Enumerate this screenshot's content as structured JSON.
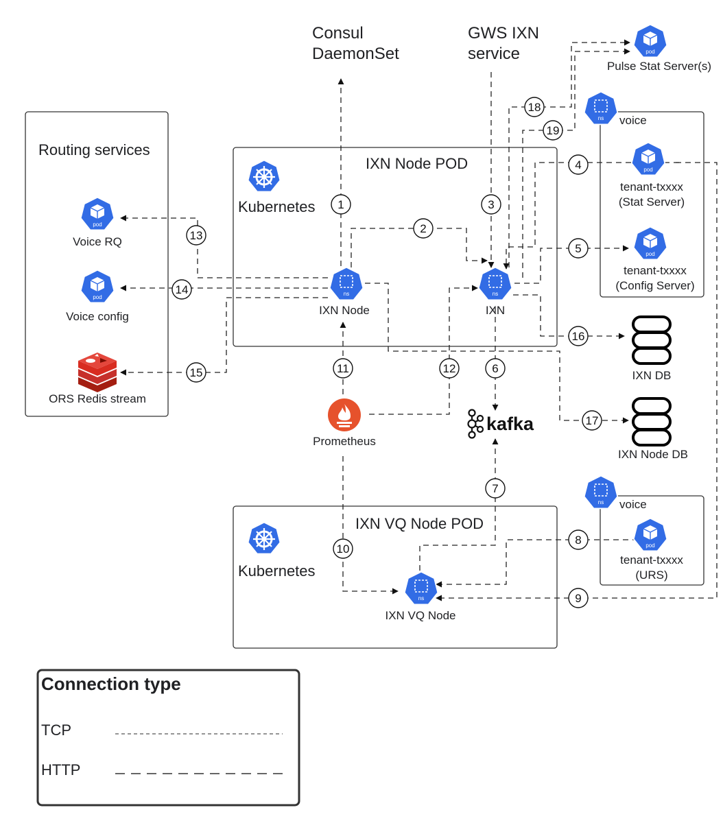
{
  "external": {
    "consul": [
      "Consul",
      "DaemonSet"
    ],
    "gws": [
      "GWS IXN",
      "service"
    ],
    "pulse": "Pulse Stat Server(s)"
  },
  "routing": {
    "title": "Routing services",
    "voice_rq": "Voice RQ",
    "voice_config": "Voice config",
    "redis": "ORS Redis stream"
  },
  "ixn_pod": {
    "title": "IXN Node POD",
    "kubernetes": "Kubernetes",
    "ixn_node": "IXN Node",
    "ixn": "IXN"
  },
  "vq_pod": {
    "title": "IXN VQ Node POD",
    "kubernetes": "Kubernetes",
    "vq_node": "IXN VQ Node"
  },
  "voice_ns_top": {
    "label": "voice",
    "stat_server": [
      "tenant-txxxx",
      "(Stat Server)"
    ],
    "config_server": [
      "tenant-txxxx",
      "(Config Server)"
    ]
  },
  "voice_ns_bottom": {
    "label": "voice",
    "urs": [
      "tenant-txxxx",
      "(URS)"
    ]
  },
  "prometheus": "Prometheus",
  "kafka": "kafka",
  "dbs": {
    "ixn_db": "IXN DB",
    "ixn_node_db": "IXN Node DB"
  },
  "icon_text": {
    "pod": "pod",
    "ns": "ns"
  },
  "steps": [
    "1",
    "2",
    "3",
    "4",
    "5",
    "6",
    "7",
    "8",
    "9",
    "10",
    "11",
    "12",
    "13",
    "14",
    "15",
    "16",
    "17",
    "18",
    "19"
  ],
  "legend": {
    "title": "Connection type",
    "tcp": "TCP",
    "http": "HTTP"
  },
  "colors": {
    "k8s_blue": "#326ce5",
    "redis_red": "#c6302b",
    "prometheus_orange": "#e6522c",
    "line": "#333333"
  }
}
